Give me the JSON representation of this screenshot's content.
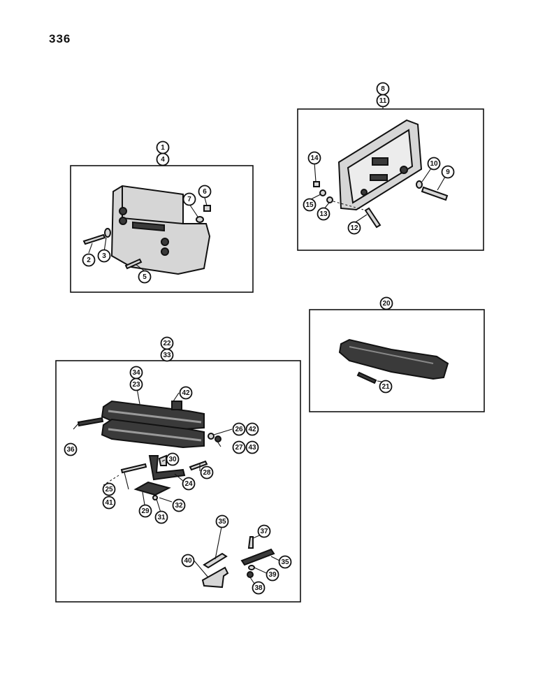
{
  "page_number": "336",
  "panels": {
    "front_weight_bracket": {
      "header_callouts": [
        "1",
        "4"
      ],
      "callouts": [
        "2",
        "3",
        "5",
        "6",
        "7"
      ]
    },
    "weight_plate": {
      "header_callouts": [
        "8",
        "11"
      ],
      "callouts": [
        "9",
        "10",
        "12",
        "13",
        "14",
        "15"
      ]
    },
    "bar_weight": {
      "header_callouts": [
        "20"
      ],
      "callouts": [
        "21"
      ]
    },
    "stacked_weights": {
      "header_callouts": [
        "22",
        "33"
      ],
      "callouts": [
        "34",
        "23",
        "42",
        "36",
        "26",
        "42",
        "27",
        "43",
        "30",
        "28",
        "24",
        "25",
        "41",
        "29",
        "32",
        "31",
        "35",
        "37",
        "40",
        "35",
        "39",
        "38"
      ]
    }
  }
}
